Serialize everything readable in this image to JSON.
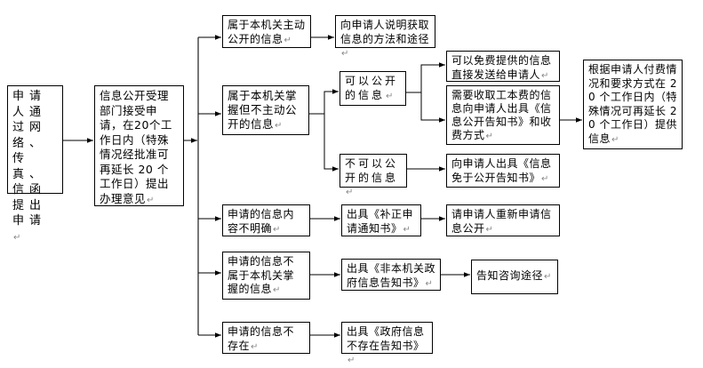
{
  "diagram": {
    "type": "flowchart",
    "nodes": {
      "applicant": "申请人通过网络、传真、信函提出申请",
      "accept": "信息公开受理部门接受申请，在20个工作日内（特殊情况经批准可再延长 20 个工作日）提出办理意见",
      "proactive": "属于本机关主动公开的信息",
      "proactive_result": "向申请人说明获取信息的方法和途径",
      "held_not_proactive": "属于本机关掌握但不主动公开的信息",
      "can_disclose": "可以公开的信息",
      "free_info": "可以免费提供的信息直接发送给申请人",
      "fee_info": "需要收取工本费的信息向申请人出具《信息公开告知书》和收费方式",
      "provide_info": "根据申请人付费情况和要求方式在 20 个工作日内（特殊情况可再延长 20 个工作日）提供信息",
      "cannot_disclose": "不可以公开的信息",
      "exempt_notice": "向申请人出具《信息免于公开告知书》",
      "unclear": "申请的信息内容不明确",
      "correction_notice": "出具《补正申请通知书》",
      "reapply": "请申请人重新申请信息公开",
      "not_held": "申请的信息不属于本机关掌握的信息",
      "not_held_notice": "出具《非本机关政府信息告知书》",
      "consult_channel": "告知咨询途径",
      "nonexistent": "申请的信息不存在",
      "nonexistent_notice": "出具《政府信息不存在告知书》"
    },
    "paragraph_mark": "↵",
    "edges": [
      [
        "applicant",
        "accept"
      ],
      [
        "accept",
        "proactive"
      ],
      [
        "accept",
        "held_not_proactive"
      ],
      [
        "accept",
        "unclear"
      ],
      [
        "accept",
        "not_held"
      ],
      [
        "accept",
        "nonexistent"
      ],
      [
        "proactive",
        "proactive_result"
      ],
      [
        "held_not_proactive",
        "can_disclose"
      ],
      [
        "held_not_proactive",
        "cannot_disclose"
      ],
      [
        "can_disclose",
        "free_info"
      ],
      [
        "can_disclose",
        "fee_info"
      ],
      [
        "fee_info",
        "provide_info"
      ],
      [
        "cannot_disclose",
        "exempt_notice"
      ],
      [
        "unclear",
        "correction_notice"
      ],
      [
        "correction_notice",
        "reapply"
      ],
      [
        "not_held",
        "not_held_notice"
      ],
      [
        "not_held_notice",
        "consult_channel"
      ],
      [
        "nonexistent",
        "nonexistent_notice"
      ]
    ]
  }
}
